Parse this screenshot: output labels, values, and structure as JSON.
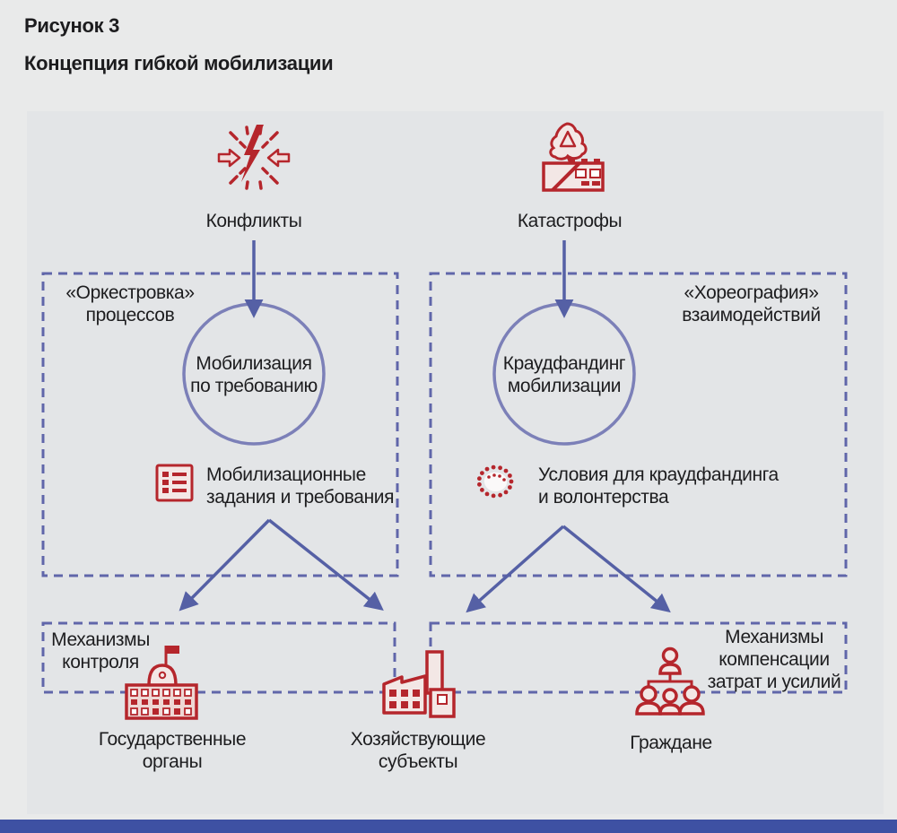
{
  "figure": {
    "label": "Рисунок 3",
    "title": "Концепция гибкой мобилизации"
  },
  "colors": {
    "page_bg": "#e9eaea",
    "panel_bg": "#e3e5e7",
    "dashed_blue": "#6066aa",
    "arrow_blue": "#5560a5",
    "circle_blue": "#7c80b8",
    "icon_red": "#b5262c",
    "icon_fill": "#f3e7e5",
    "bottom_bar_blue": "#3e51a3",
    "text": "#1d1d1f"
  },
  "top_nodes": [
    {
      "icon": "conflict-icon",
      "label": "Конфликты"
    },
    {
      "icon": "disaster-icon",
      "label": "Катастрофы"
    }
  ],
  "orchestration": {
    "caption": [
      "«Оркестровка»",
      "процессов"
    ],
    "circle": [
      "Мобилизация",
      "по требованию"
    ],
    "item": [
      "Мобилизационные",
      "задания и требования"
    ]
  },
  "choreography": {
    "caption": [
      "«Хореография»",
      "взаимодействий"
    ],
    "circle": [
      "Краудфандинг",
      "мобилизации"
    ],
    "item": [
      "Условия для краудфандинга",
      "и волонтерства"
    ]
  },
  "control_box": [
    "Механизмы",
    "контроля"
  ],
  "compensation_box": [
    "Механизмы",
    "компенсации",
    "затрат и усилий"
  ],
  "bottom_nodes": [
    {
      "icon": "government-building-icon",
      "label": [
        "Государственные",
        "органы"
      ]
    },
    {
      "icon": "factory-icon",
      "label": [
        "Хозяйствующие",
        "субъекты"
      ]
    },
    {
      "icon": "citizens-icon",
      "label": [
        "Граждане"
      ]
    }
  ]
}
